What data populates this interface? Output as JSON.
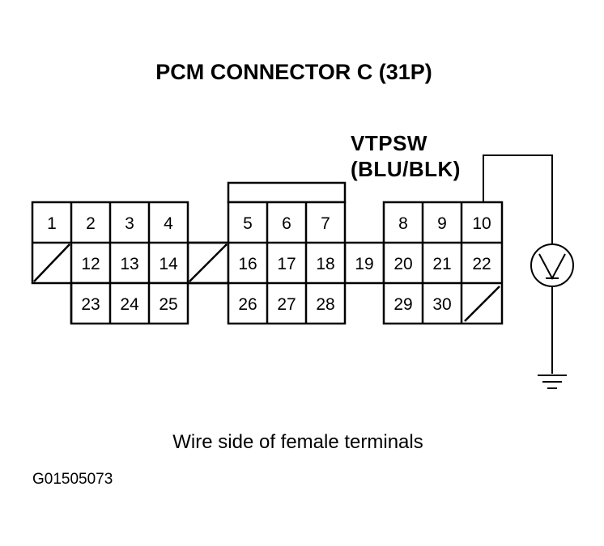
{
  "diagram": {
    "title": "PCM CONNECTOR C (31P)",
    "wire_label_line1": "VTPSW",
    "wire_label_line2": "(BLU/BLK)",
    "caption": "Wire side of female terminals",
    "figure_id": "G01505073",
    "connector": {
      "pins": [
        "1",
        "2",
        "3",
        "4",
        "5",
        "6",
        "7",
        "8",
        "9",
        "10",
        "12",
        "13",
        "14",
        "16",
        "17",
        "18",
        "19",
        "20",
        "21",
        "22",
        "23",
        "24",
        "25",
        "26",
        "27",
        "28",
        "29",
        "30"
      ],
      "blank_cavities": [
        "11",
        "15",
        "31"
      ],
      "measured_pin": "10",
      "meter": "voltmeter-icon",
      "ground": "ground-icon"
    }
  }
}
